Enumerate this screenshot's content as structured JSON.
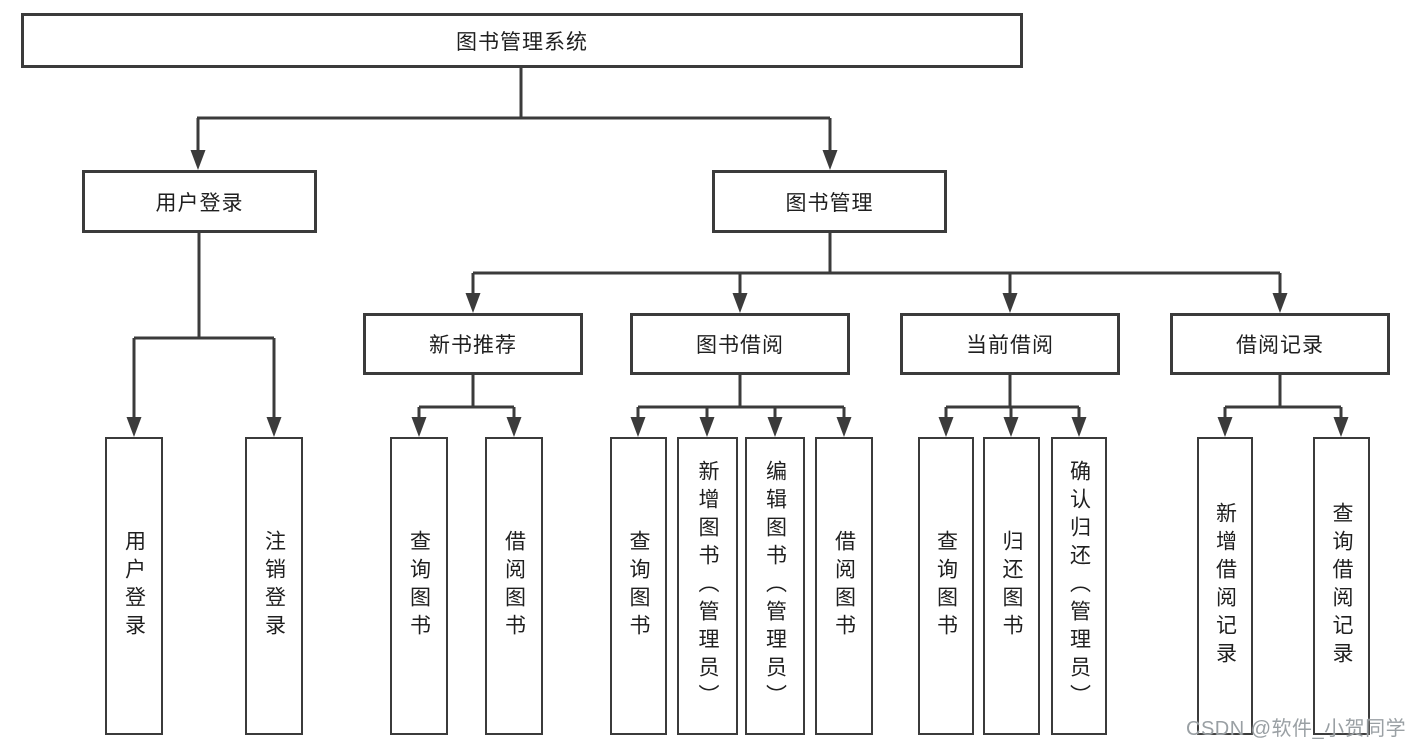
{
  "tree": {
    "label": "图书管理系统",
    "children": [
      {
        "label": "用户登录",
        "children": [
          {
            "label": "用户登录"
          },
          {
            "label": "注销登录"
          }
        ]
      },
      {
        "label": "图书管理",
        "children": [
          {
            "label": "新书推荐",
            "children": [
              {
                "label": "查询图书"
              },
              {
                "label": "借阅图书"
              }
            ]
          },
          {
            "label": "图书借阅",
            "children": [
              {
                "label": "查询图书"
              },
              {
                "label": "新增图书（管理员）"
              },
              {
                "label": "编辑图书（管理员）"
              },
              {
                "label": "借阅图书"
              }
            ]
          },
          {
            "label": "当前借阅",
            "children": [
              {
                "label": "查询图书"
              },
              {
                "label": "归还图书"
              },
              {
                "label": "确认归还（管理员）"
              }
            ]
          },
          {
            "label": "借阅记录",
            "children": [
              {
                "label": "新增借阅记录"
              },
              {
                "label": "查询借阅记录"
              }
            ]
          }
        ]
      }
    ]
  },
  "watermark": {
    "text": "CSDN @软件_小贺同学"
  },
  "colors": {
    "line": "#3b3b3b",
    "box_border": "#3b3b3b",
    "box_fill": "#ffffff",
    "text": "#1f1f1f",
    "watermark": "#9aa0a4",
    "background": "#ffffff"
  }
}
